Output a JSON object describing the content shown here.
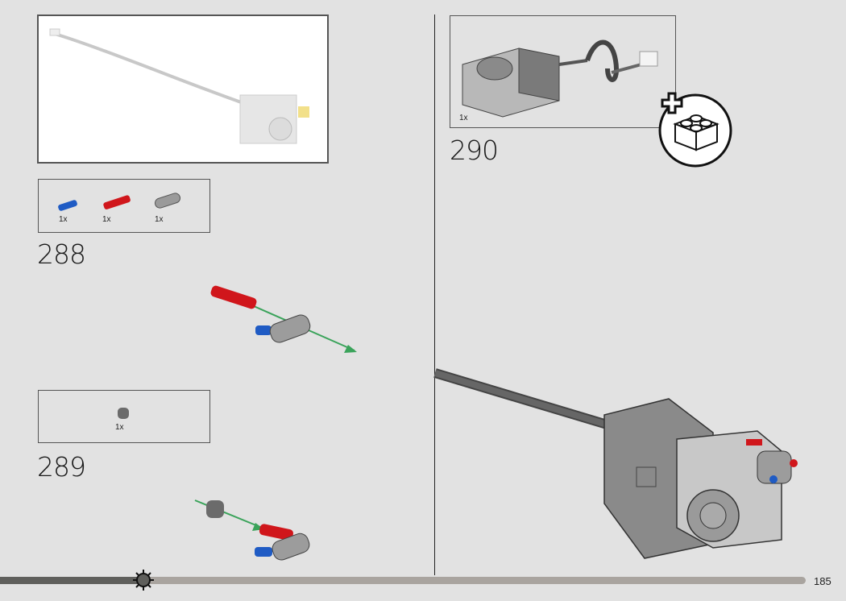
{
  "page_number": "185",
  "steps": [
    {
      "number": "288",
      "parts": [
        {
          "qty": "1x",
          "color": "#1f5bc4"
        },
        {
          "qty": "1x",
          "color": "#d0161b"
        },
        {
          "qty": "1x",
          "color": "#9a9a9a"
        }
      ]
    },
    {
      "number": "289",
      "parts": [
        {
          "qty": "1x",
          "color": "#6b6b6b"
        }
      ]
    },
    {
      "number": "290",
      "parts": [
        {
          "qty": "1x",
          "color": "#777777"
        }
      ]
    }
  ],
  "colors": {
    "background": "#e2e2e2",
    "progress_done": "#5f5f5c",
    "progress_track": "#a9a49f",
    "arrow": "#3aa35a"
  },
  "progress": {
    "fraction": 0.17
  }
}
